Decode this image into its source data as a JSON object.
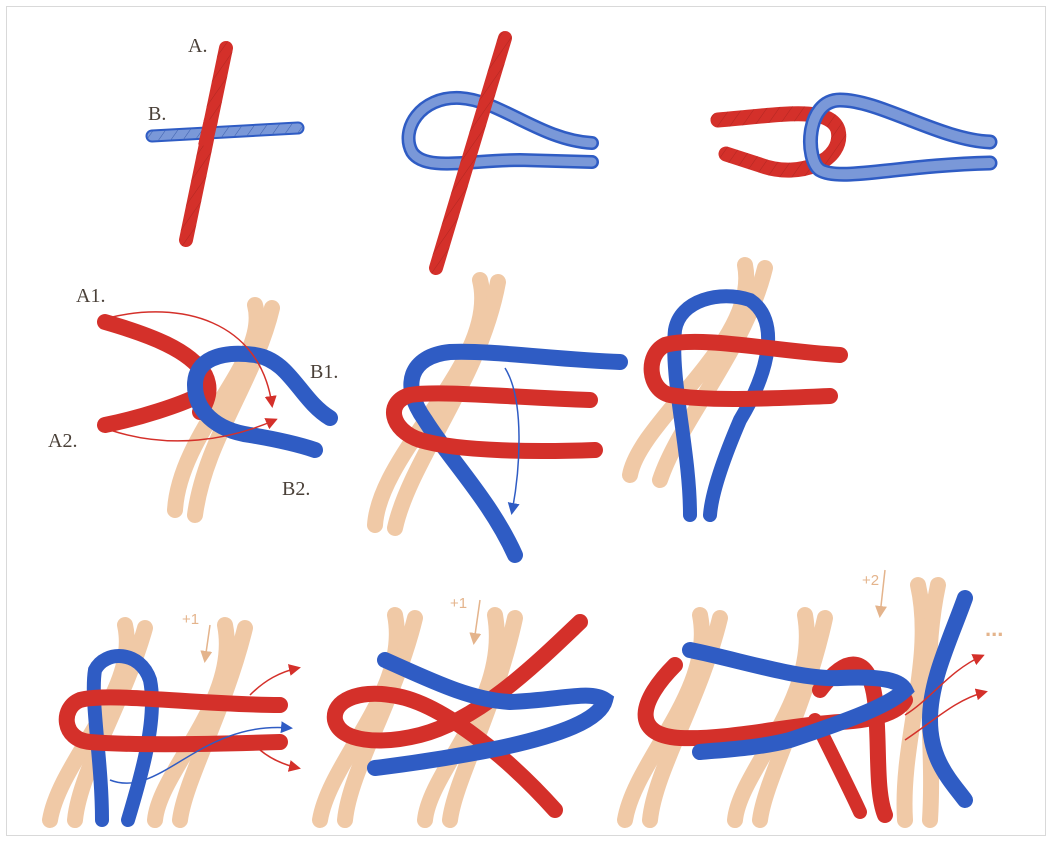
{
  "colors": {
    "red": "#d4302a",
    "blue": "#2f5cc4",
    "tan": "#f0c9a6",
    "red_light": "#e06a5e",
    "blue_light": "#7a98d8",
    "label": "#4a4038"
  },
  "labels": {
    "a": "A.",
    "b": "B.",
    "a1": "A1.",
    "a2": "A2.",
    "b1": "B1.",
    "b2": "B2."
  },
  "notes": {
    "step_plus_1_left": "+1",
    "step_plus_1_mid": "+1",
    "step_plus_2": "+2",
    "continuation": "..."
  }
}
